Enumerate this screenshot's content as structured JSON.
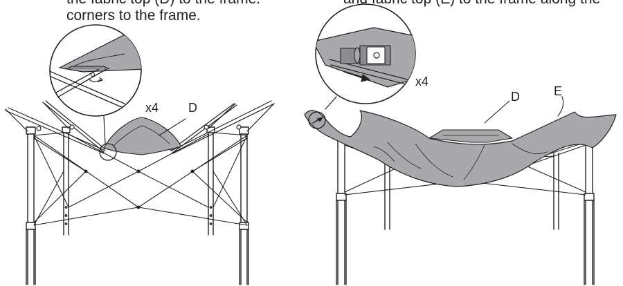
{
  "instructions": {
    "left_line1": "the fabric top (D) to the frame.",
    "left_line2": "corners to the frame.",
    "right_line1": "and fabric top (E) to the frame along the"
  },
  "left_figure": {
    "label_multiplier": "x4",
    "label_part": "D"
  },
  "right_figure": {
    "label_multiplier": "x4",
    "label_part_d": "D",
    "label_part_e": "E"
  },
  "colors": {
    "line": "#231f20",
    "fabric": "#a7a9ac",
    "fabric_dark": "#8a8c8f",
    "background": "#ffffff"
  }
}
